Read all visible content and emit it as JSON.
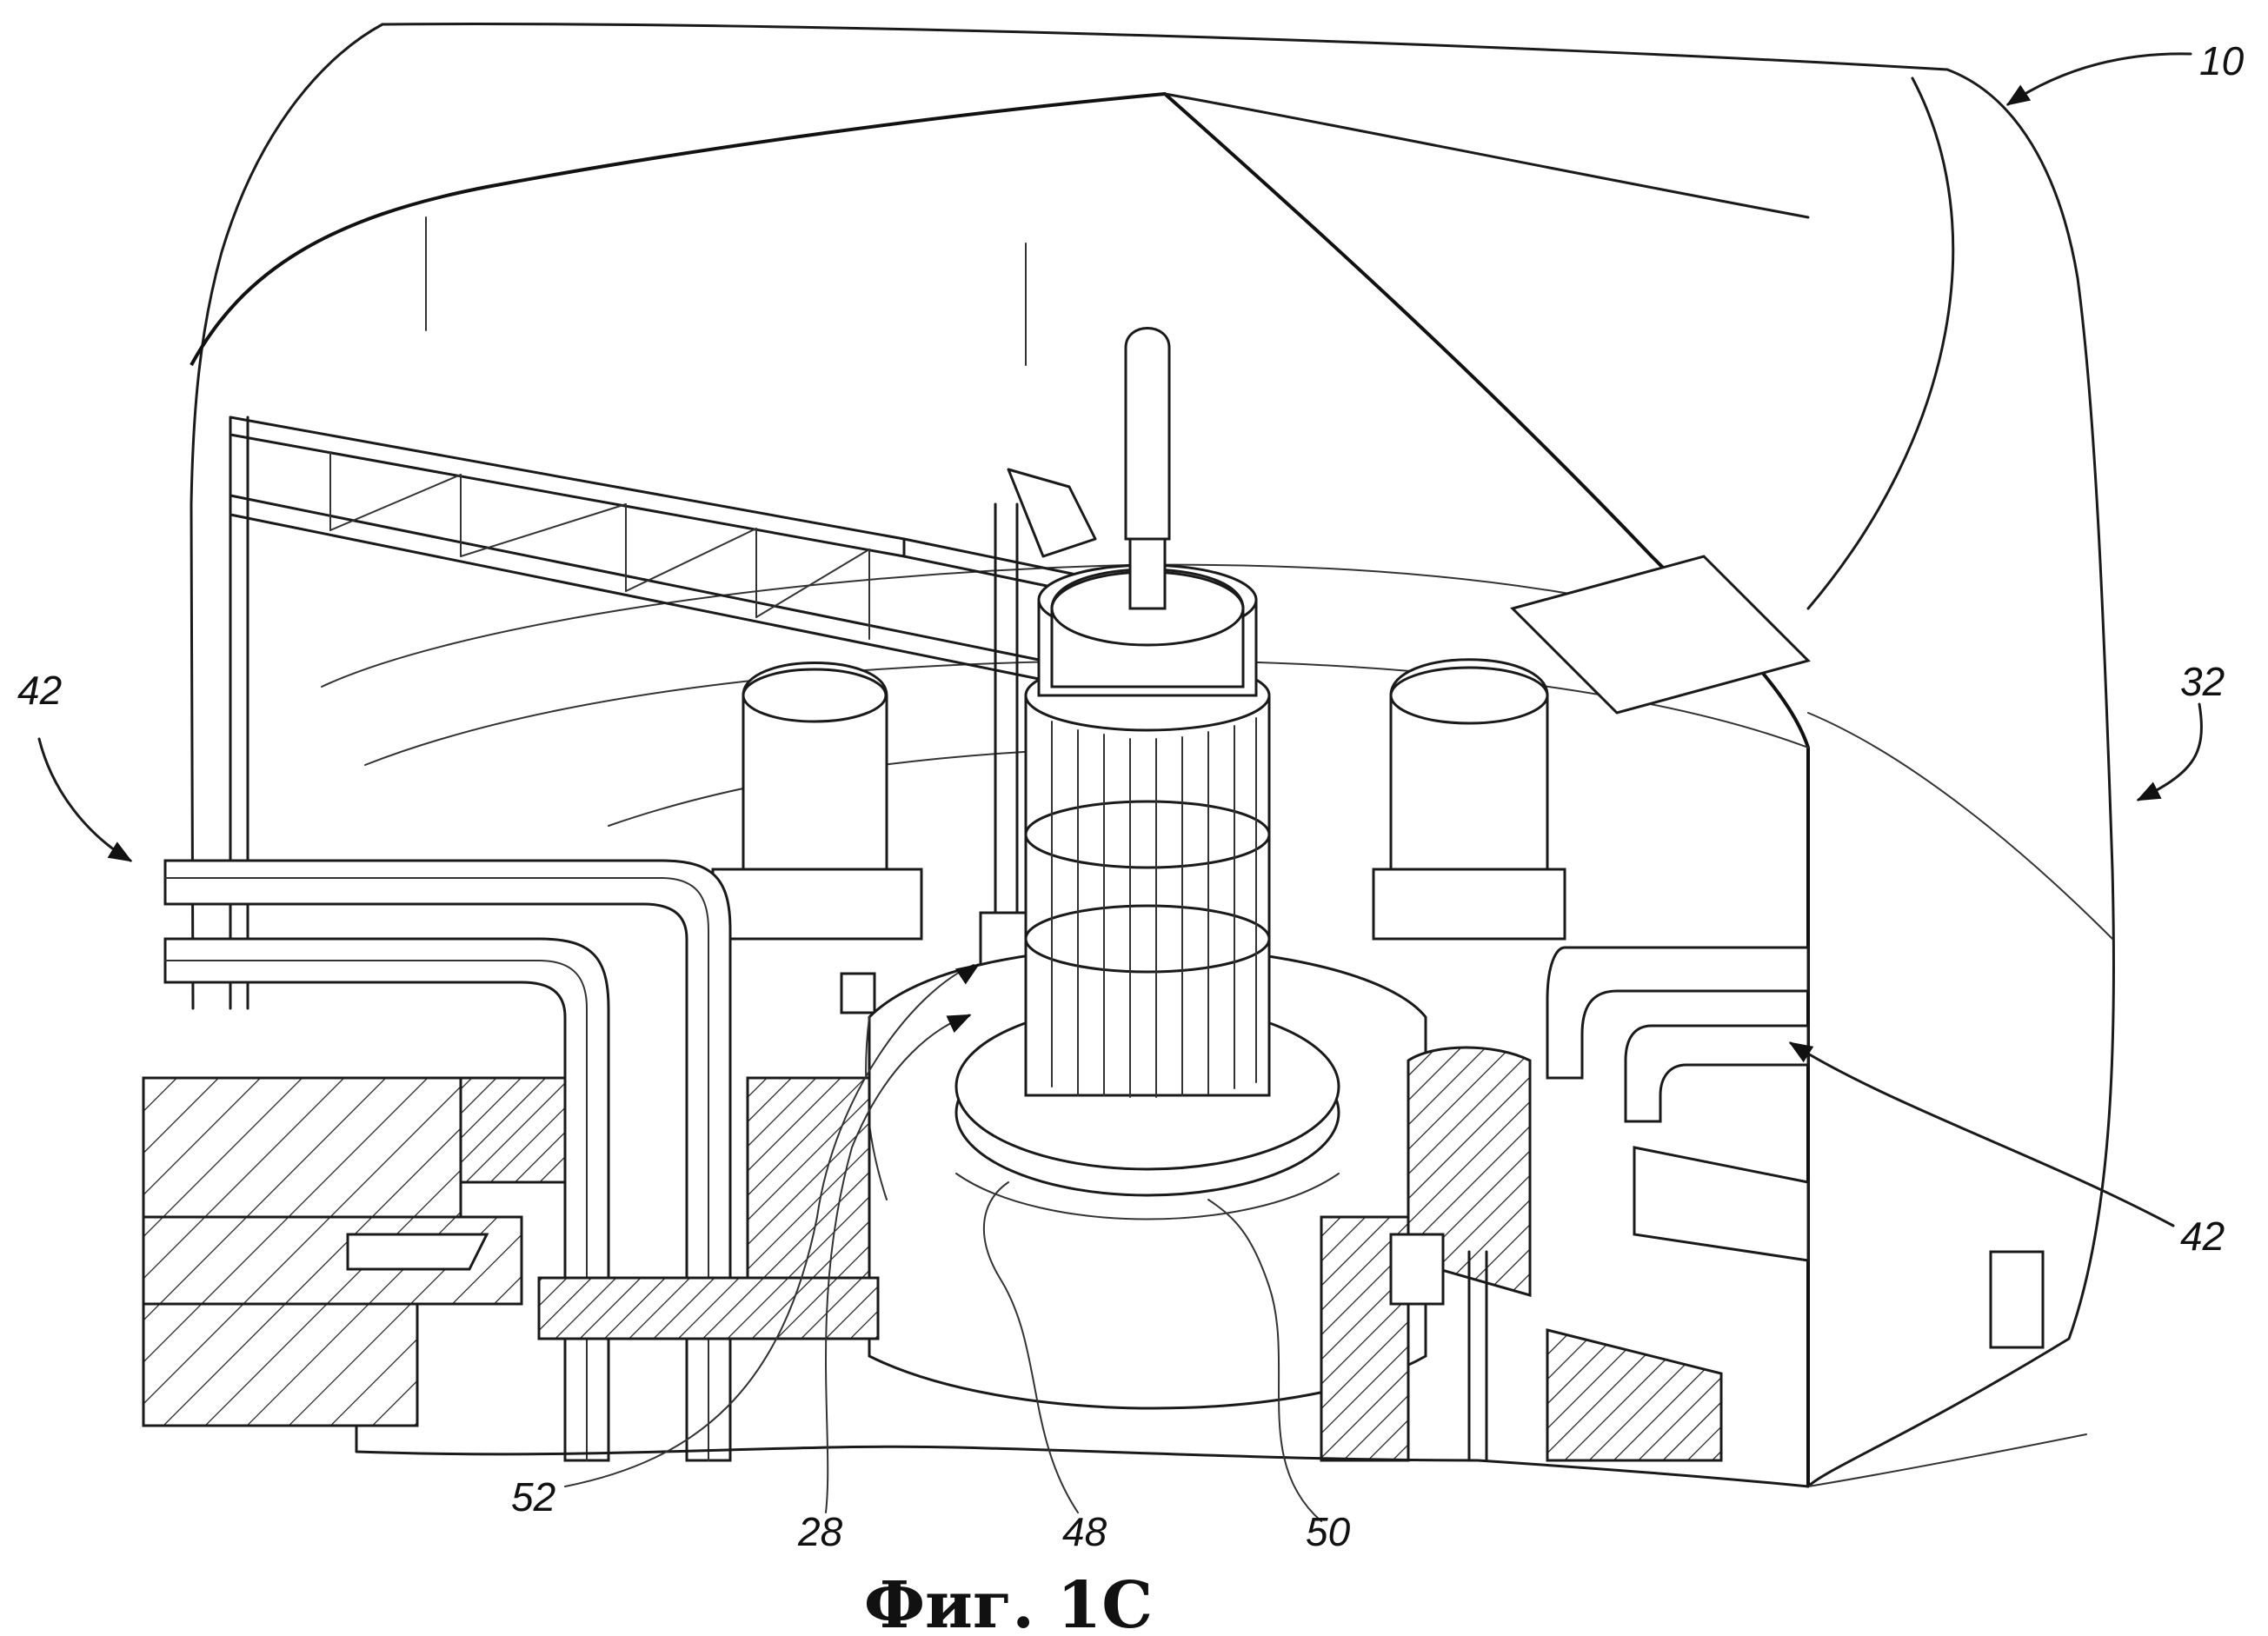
{
  "caption": "Фиг. 1С",
  "labels": {
    "l10": "10",
    "l32": "32",
    "l42_left": "42",
    "l42_right": "42",
    "l52": "52",
    "l28": "28",
    "l48": "48",
    "l50": "50"
  },
  "colors": {
    "ink": "#1a1a1a",
    "paper": "#ffffff"
  }
}
